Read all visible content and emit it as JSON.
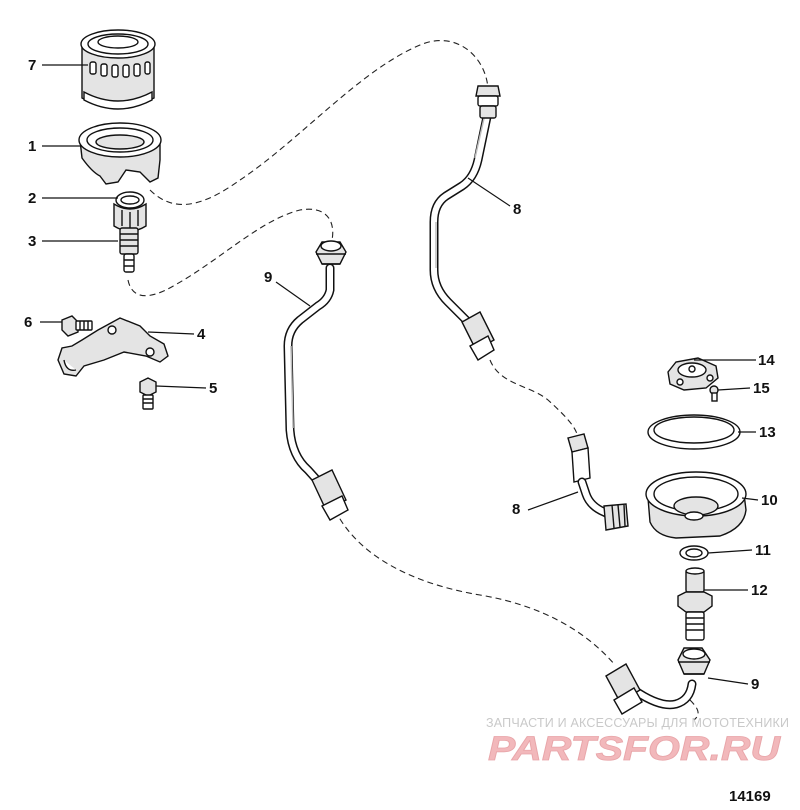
{
  "callouts": {
    "c1": "1",
    "c2": "2",
    "c3": "3",
    "c4": "4",
    "c5": "5",
    "c6": "6",
    "c7": "7",
    "c8a": "8",
    "c8b": "8",
    "c9a": "9",
    "c9b": "9",
    "c10": "10",
    "c11": "11",
    "c12": "12",
    "c13": "13",
    "c14": "14",
    "c15": "15"
  },
  "watermark": {
    "caption": "ЗАПЧАСТИ И АКСЕССУАРЫ ДЛЯ МОТОТЕХНИКИ",
    "logo": "PARTSFOR.RU",
    "colors": {
      "logo_fill": "#f2b8bb",
      "caption": "#c9c9c9"
    }
  },
  "figure_number": "14169"
}
